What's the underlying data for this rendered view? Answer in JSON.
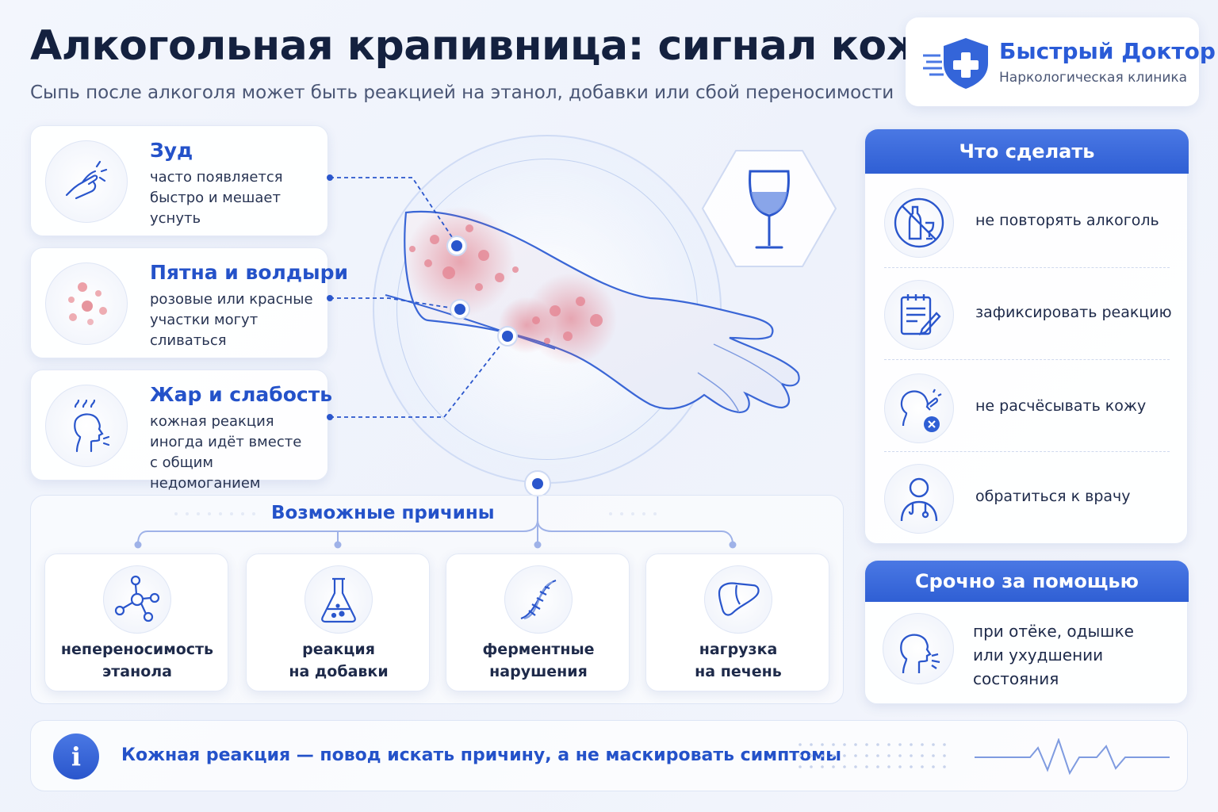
{
  "header": {
    "title": "Алкогольная крапивница: сигнал кожи",
    "subtitle": "Сыпь после алкоголя может быть реакцией на этанол, добавки или сбой переносимости"
  },
  "brand": {
    "name": "Быстрый Доктор",
    "tagline": "Наркологическая клиника"
  },
  "symptoms": [
    {
      "title": "Зуд",
      "lines": [
        "часто появляется",
        "быстро и мешает",
        "уснуть"
      ],
      "icon": "itch-hand-icon"
    },
    {
      "title": "Пятна и волдыри",
      "lines": [
        "розовые или красные",
        "участки могут",
        "сливаться"
      ],
      "icon": "rash-spots-icon"
    },
    {
      "title": "Жар и слабость",
      "lines": [
        "кожная реакция",
        "иногда идёт вместе",
        "с общим недомоганием"
      ],
      "icon": "fever-person-icon"
    }
  ],
  "causes": {
    "title": "Возможные причины",
    "items": [
      {
        "label1": "непереносимость",
        "label2": "этанола",
        "icon": "molecule-icon"
      },
      {
        "label1": "реакция",
        "label2": "на добавки",
        "icon": "flask-icon"
      },
      {
        "label1": "ферментные",
        "label2": "нарушения",
        "icon": "dna-icon"
      },
      {
        "label1": "нагрузка",
        "label2": "на печень",
        "icon": "liver-icon"
      }
    ]
  },
  "actions": {
    "title": "Что сделать",
    "items": [
      {
        "text": "не повторять алкоголь",
        "icon": "no-alcohol-icon"
      },
      {
        "text": "зафиксировать реакцию",
        "icon": "notepad-icon"
      },
      {
        "text": "не расчёсывать кожу",
        "icon": "no-scratch-icon"
      },
      {
        "text": "обратиться к врачу",
        "icon": "doctor-icon"
      }
    ]
  },
  "urgent": {
    "title": "Срочно за помощью",
    "lines": [
      "при отёке, одышке",
      "или ухудшении",
      "состояния"
    ],
    "icon": "breathing-person-icon"
  },
  "footer": {
    "info_glyph": "i",
    "text": "Кожная реакция — повод искать причину, а не маскировать симптомы"
  },
  "colors": {
    "accent": "#2f5fd4",
    "heading": "#2452c9",
    "rash": "#e0707a"
  }
}
